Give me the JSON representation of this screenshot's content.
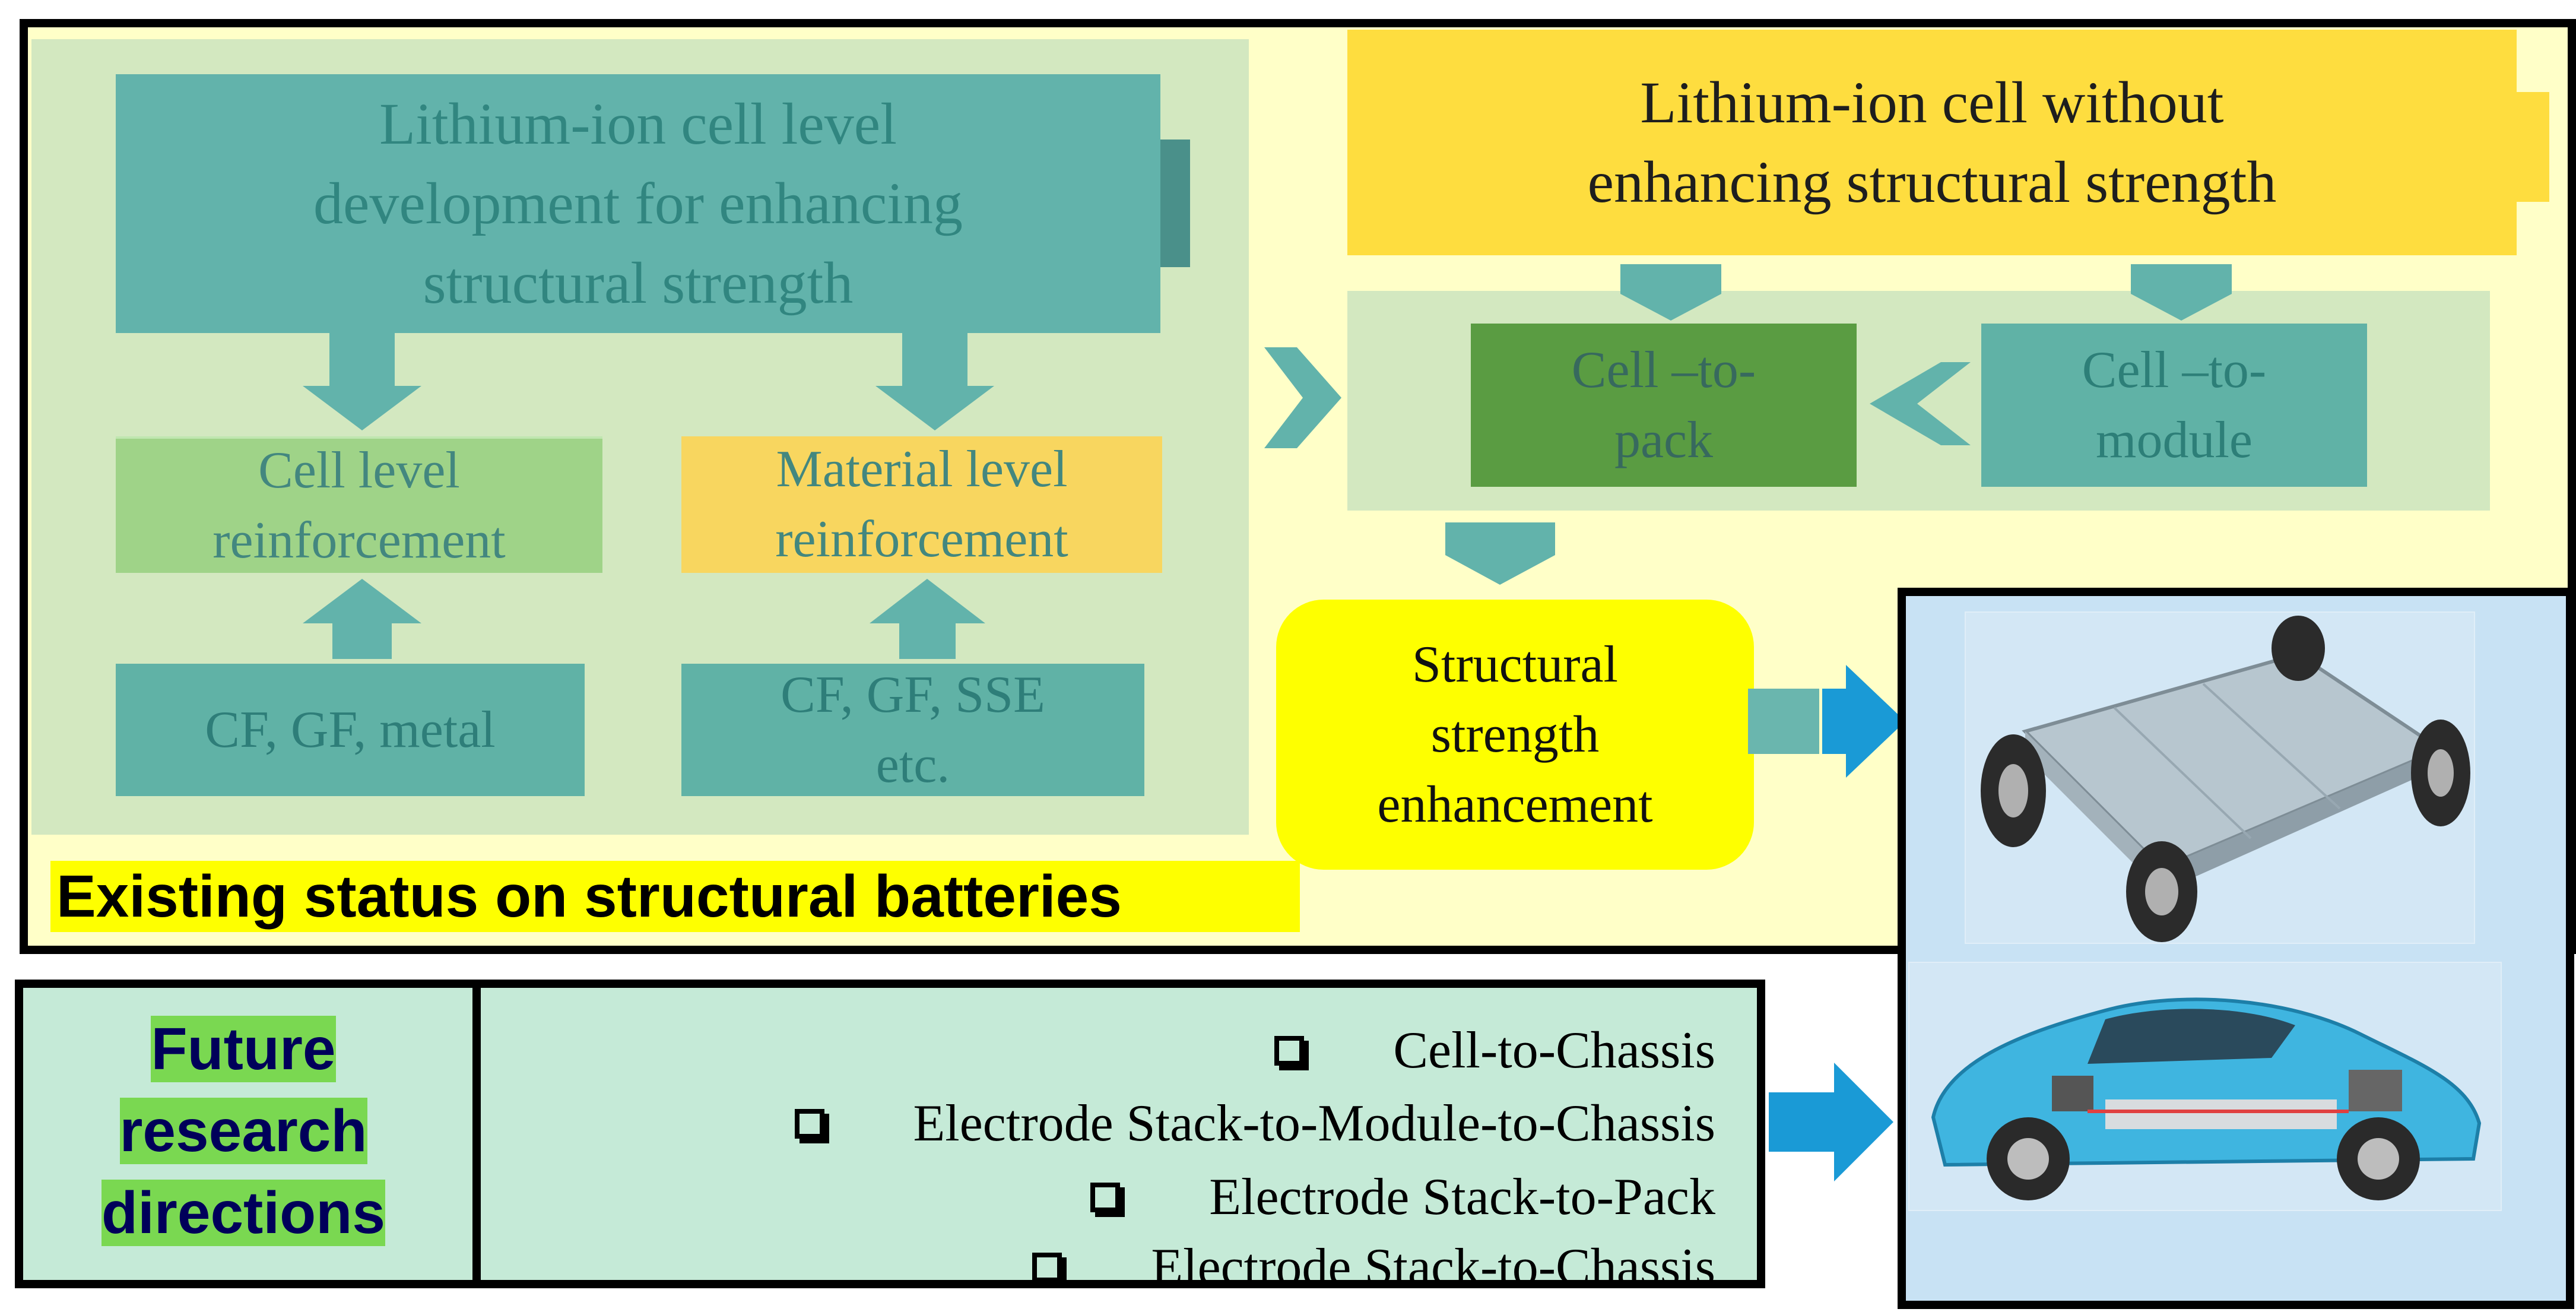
{
  "existing": {
    "cell_level_dev": "Lithium-ion cell level\ndevelopment for enhancing\nstructural strength",
    "cell_level_reinforcement": "Cell level\nreinforcement",
    "material_level_reinforcement": "Material level\nreinforcement",
    "cf_gf_metal": "CF, GF, metal",
    "cf_gf_sse": "CF, GF, SSE\netc.",
    "without_enhancing": "Lithium-ion cell without\nenhancing  structural strength",
    "cell_to_pack": "Cell –to-\npack",
    "cell_to_module": "Cell –to-\nmodule",
    "structural_strength": "Structural\nstrength\nenhancement",
    "status_label": "Existing status on structural batteries"
  },
  "future": {
    "label_lines": [
      "Future",
      "research",
      "directions"
    ],
    "items": [
      "Cell-to-Chassis",
      "Electrode Stack-to-Module-to-Chassis",
      "Electrode Stack-to-Pack",
      "Electrode Stack-to-Chassis"
    ]
  },
  "colors": {
    "teal": "#62b3ab",
    "light_green_panel": "#d3e8c0",
    "yellow": "#fedd3f",
    "bright_yellow": "#feff00",
    "arrow_teal": "#62b3ab",
    "arrow_blue": "#1a9ad6",
    "mint": "#c5ead7"
  },
  "icons": {
    "skateboard_chassis": "ev-skateboard-chassis-image",
    "car_cutaway": "ev-car-cutaway-image"
  }
}
